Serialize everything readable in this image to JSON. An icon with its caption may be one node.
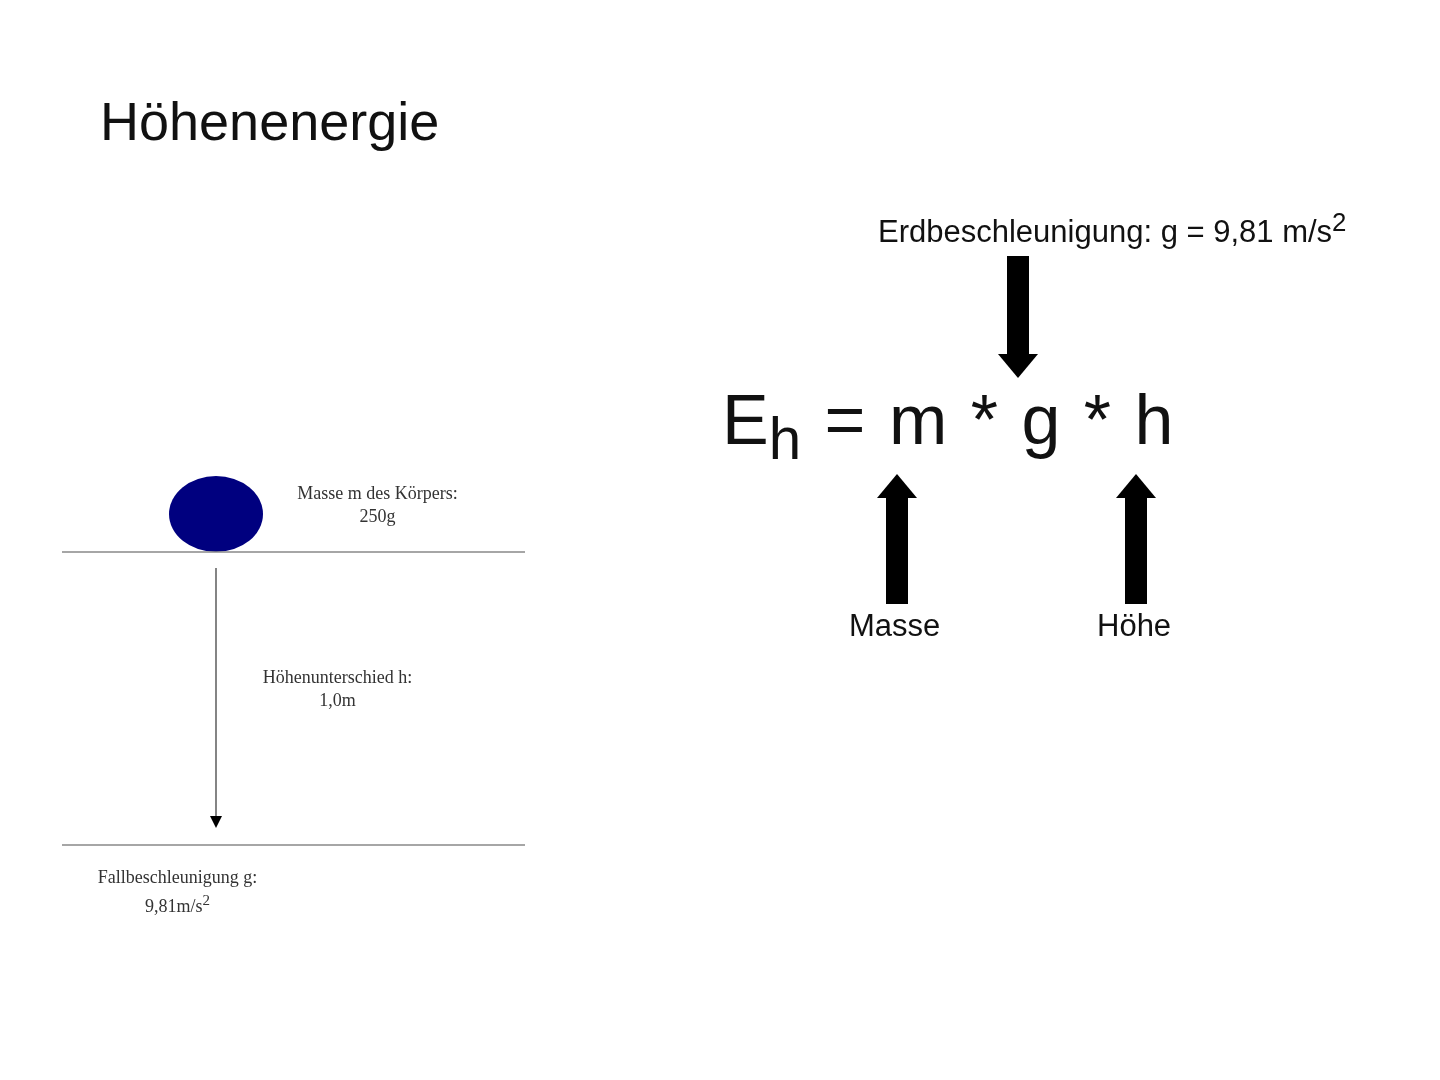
{
  "diagram": {
    "title": "Höhenenergie",
    "nodes": [
      {
        "text": [
          "Erdbeschleunigung: g = 9,81 m/s$^{2}$"
        ]
      },
      {
        "text": [
          "E$_{h}$ = m * g * h"
        ]
      },
      {
        "text": [
          "Masse"
        ]
      },
      {
        "text": [
          "Höhe"
        ]
      }
    ],
    "edges": [
      {
        "from": 0,
        "to": 1,
        "arrow": "to"
      },
      {
        "from": 2,
        "to": 1,
        "arrow": "to"
      },
      {
        "from": 3,
        "to": 1,
        "arrow": "to"
      }
    ],
    "labels": [
      "Masse m des Körpers: 250g",
      "Höhenunterschied h: 1,0m",
      "Fallbeschleunigung g: 9,81m/s$^{2}$"
    ]
  }
}
